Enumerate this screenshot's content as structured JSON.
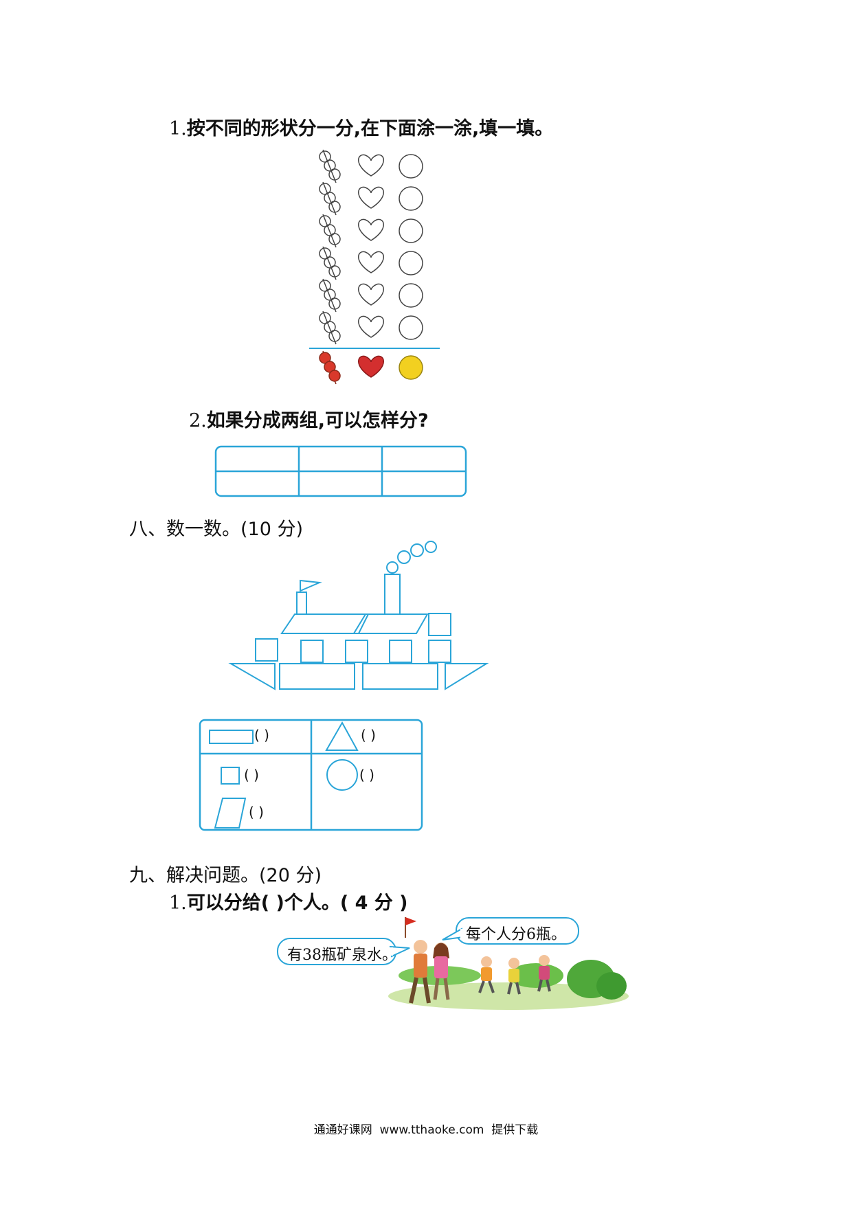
{
  "part7": {
    "q1": {
      "num": "1.",
      "text": "按不同的形状分一分,在下面涂一涂,填一填。"
    },
    "sort_chart": {
      "columns": [
        "candy-hawthorn",
        "heart",
        "circle"
      ],
      "rows": 6,
      "colors": {
        "hawthorn": "#d9392b",
        "heart": "#d32f2f",
        "circle": "#f2d020",
        "line": "#2aa5d8"
      }
    },
    "q2": {
      "num": "2.",
      "text": "如果分成两组,可以怎样分?"
    },
    "answer_table": {
      "rows": 2,
      "cols": 3
    }
  },
  "part8": {
    "title": "八、数一数。(10 分)",
    "legend": [
      {
        "shape": "rectangle",
        "blank": "(     )"
      },
      {
        "shape": "triangle",
        "blank": "(     )"
      },
      {
        "shape": "square",
        "blank": "(     )"
      },
      {
        "shape": "circle",
        "blank": "(     )"
      },
      {
        "shape": "parallelogram",
        "blank": "(     )"
      }
    ]
  },
  "part9": {
    "title": "九、解决问题。(20 分)",
    "q1": {
      "num": "1.",
      "text": "可以分给(       )个人。( 4 分 )"
    },
    "bubbles": {
      "left": "有38瓶矿泉水。",
      "right": "每个人分6瓶。"
    }
  },
  "footer": "通通好课网  www.tthaoke.com  提供下载",
  "line_color": "#2aa5d8"
}
